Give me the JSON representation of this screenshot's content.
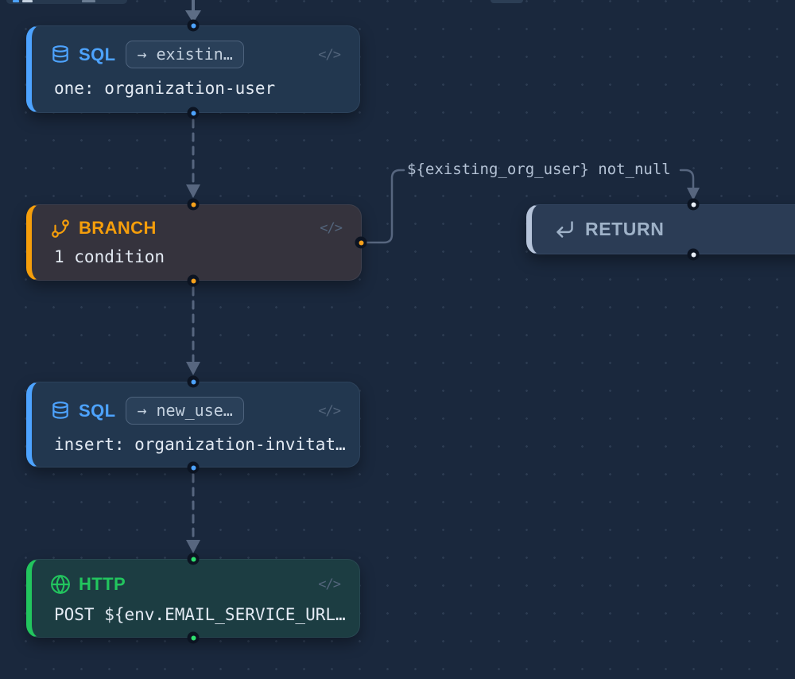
{
  "canvas": {
    "background_color": "#1a283d",
    "connector_color": "#57667f"
  },
  "edge": {
    "condition_label": "${existing_org_user} not_null"
  },
  "nodes": {
    "sql_one": {
      "type_label": "SQL",
      "result_badge": "→ existin…",
      "body": "one: organization-user",
      "accent": "#4da3ff",
      "code_icon": "</>"
    },
    "branch": {
      "type_label": "BRANCH",
      "body": "1 condition",
      "accent": "#f59e0b",
      "code_icon": "</>"
    },
    "sql_insert": {
      "type_label": "SQL",
      "result_badge": "→ new_use…",
      "body": "insert: organization-invitat…",
      "accent": "#4da3ff",
      "code_icon": "</>"
    },
    "http": {
      "type_label": "HTTP",
      "body": "POST ${env.EMAIL_SERVICE_URL…",
      "accent": "#22c55e",
      "code_icon": "</>"
    },
    "return": {
      "type_label": "RETURN",
      "accent": "#b6c4da"
    }
  }
}
